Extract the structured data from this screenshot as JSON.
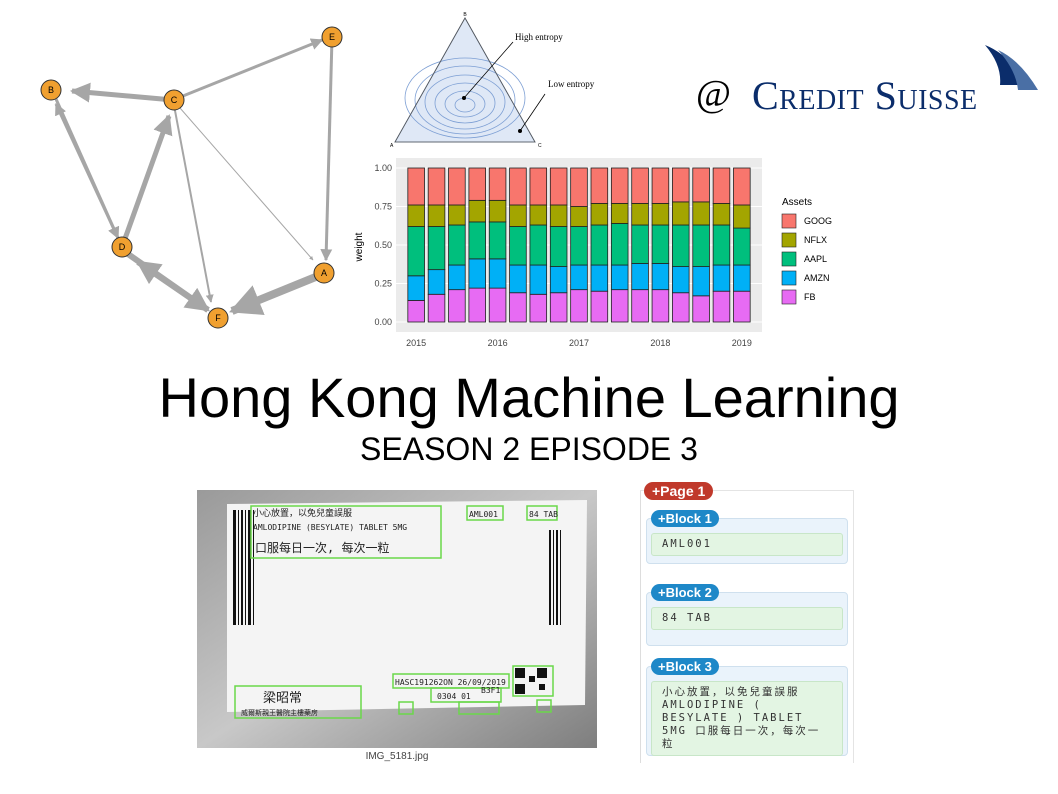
{
  "title": "Hong Kong Machine Learning",
  "subtitle": "SEASON 2 EPISODE 3",
  "logo": {
    "at": "@",
    "brand": "Credit Suisse",
    "brand_color": "#0b2d6b"
  },
  "graph": {
    "node_color": "#f0a030",
    "edge_color": "#a6a6a6",
    "nodes": [
      "A",
      "B",
      "C",
      "D",
      "E",
      "F"
    ]
  },
  "ternary": {
    "corner_top": "B",
    "corner_left": "A",
    "corner_right": "C",
    "annotation_high": "High entropy",
    "annotation_low": "Low entropy"
  },
  "chart_data": {
    "type": "bar",
    "ylabel": "weight",
    "ylim": [
      0,
      1
    ],
    "yticks": [
      "0.00",
      "0.25",
      "0.50",
      "0.75",
      "1.00"
    ],
    "xticks": [
      "2015",
      "2016",
      "2017",
      "2018",
      "2019"
    ],
    "legend_title": "Assets",
    "legend_position": "right",
    "grid": true,
    "stacked": true,
    "colors": {
      "GOOG": "#f8766d",
      "NFLX": "#a3a500",
      "AAPL": "#00bf7d",
      "AMZN": "#00b0f6",
      "FB": "#e76bf3"
    },
    "series": [
      {
        "name": "GOOG",
        "values": [
          0.24,
          0.24,
          0.24,
          0.21,
          0.21,
          0.24,
          0.24,
          0.24,
          0.25,
          0.23,
          0.23,
          0.23,
          0.23,
          0.22,
          0.22,
          0.23,
          0.24
        ]
      },
      {
        "name": "NFLX",
        "values": [
          0.14,
          0.14,
          0.13,
          0.14,
          0.14,
          0.14,
          0.13,
          0.14,
          0.13,
          0.14,
          0.13,
          0.14,
          0.14,
          0.15,
          0.15,
          0.14,
          0.15
        ]
      },
      {
        "name": "AAPL",
        "values": [
          0.32,
          0.28,
          0.26,
          0.24,
          0.24,
          0.25,
          0.26,
          0.26,
          0.25,
          0.26,
          0.27,
          0.25,
          0.25,
          0.27,
          0.27,
          0.26,
          0.24
        ]
      },
      {
        "name": "AMZN",
        "values": [
          0.16,
          0.16,
          0.16,
          0.19,
          0.19,
          0.18,
          0.19,
          0.17,
          0.16,
          0.17,
          0.16,
          0.17,
          0.17,
          0.17,
          0.19,
          0.17,
          0.17
        ]
      },
      {
        "name": "FB",
        "values": [
          0.14,
          0.18,
          0.21,
          0.22,
          0.22,
          0.19,
          0.18,
          0.19,
          0.21,
          0.2,
          0.21,
          0.21,
          0.21,
          0.19,
          0.17,
          0.2,
          0.2
        ]
      }
    ]
  },
  "photo": {
    "caption": "IMG_5181.jpg",
    "label_lines": [
      "小心放置，以免兒童誤服",
      "AMLODIPINE (BESYLATE) TABLET 5MG",
      "口服每日一次, 每次一粒"
    ],
    "code_text": "AML001",
    "qty_text": "84 TAB",
    "lot_text": "HASC191262ON 26/09/2019",
    "batch_text": "0304 01",
    "extra_text": "B3F1",
    "name_stamp": "梁昭常",
    "clinic_text": "威爾斯親王醫院主樓藥房"
  },
  "ocr": {
    "page_label": "+Page 1",
    "blocks": [
      {
        "label": "+Block 1",
        "text": "AML001"
      },
      {
        "label": "+Block 2",
        "text": "84 TAB"
      },
      {
        "label": "+Block 3",
        "text": "小心放置，以免兒童誤服 AMLODIPINE ( BESYLATE ) TABLET 5MG 口服每日一次，每次一粒"
      }
    ]
  }
}
